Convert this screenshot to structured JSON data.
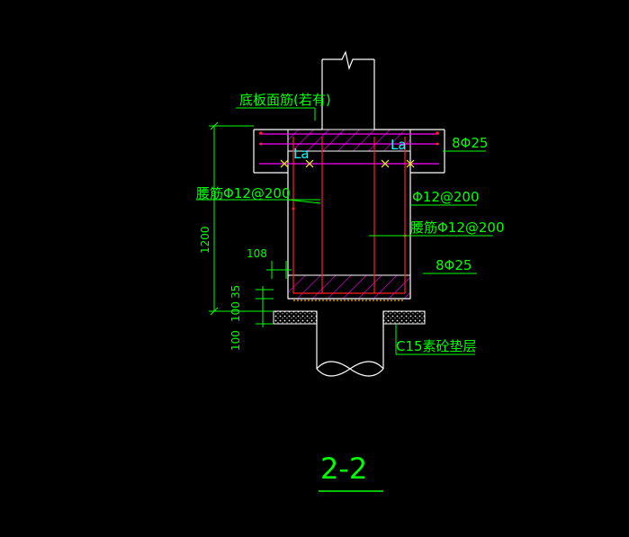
{
  "colors": {
    "background": "#000000",
    "outline": "#ffffff",
    "annotation": "#00ff00",
    "rebar_main": "#ff2020",
    "rebar_top": "#ff00ff",
    "hatch": "#ff00ff",
    "dimension": "#00ff00",
    "label_cyan": "#00ffff",
    "marker": "#ffff00"
  },
  "labels": {
    "top_face_rebar": "底板面筋(若有)",
    "top_main_bar": "8Φ25",
    "lap_left": "La",
    "lap_right": "La",
    "waist_left": "腰筋Φ12@200",
    "stirrup_right": "Φ12@200",
    "waist_right": "腰筋Φ12@200",
    "bottom_main_bar": "8Φ25",
    "cushion": "C15素砼垫层"
  },
  "dimensions": {
    "height": "1200",
    "cover_side": "108",
    "cover_35": "35",
    "dim_100_a": "100",
    "dim_100_b": "100"
  },
  "section_title": "2-2"
}
